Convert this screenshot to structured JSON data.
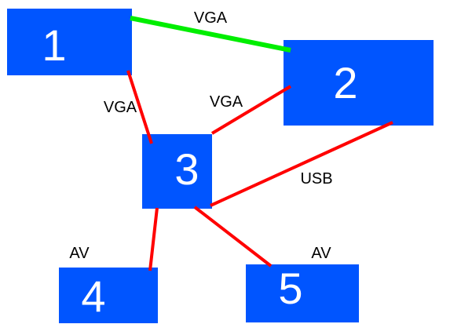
{
  "nodes": [
    {
      "id": "1",
      "label": "1"
    },
    {
      "id": "2",
      "label": "2"
    },
    {
      "id": "3",
      "label": "3"
    },
    {
      "id": "4",
      "label": "4"
    },
    {
      "id": "5",
      "label": "5"
    }
  ],
  "edges": [
    {
      "from": "1",
      "to": "2",
      "label": "VGA",
      "color": "#00ee00"
    },
    {
      "from": "1",
      "to": "3",
      "label": "VGA",
      "color": "#ff0000"
    },
    {
      "from": "3",
      "to": "2",
      "label": "VGA",
      "color": "#ff0000"
    },
    {
      "from": "3",
      "to": "2",
      "label": "USB",
      "color": "#ff0000"
    },
    {
      "from": "3",
      "to": "4",
      "label": "AV",
      "color": "#ff0000"
    },
    {
      "from": "3",
      "to": "5",
      "label": "AV",
      "color": "#ff0000"
    }
  ],
  "colors": {
    "node": "#0055ff",
    "node_text": "#ffffff"
  }
}
